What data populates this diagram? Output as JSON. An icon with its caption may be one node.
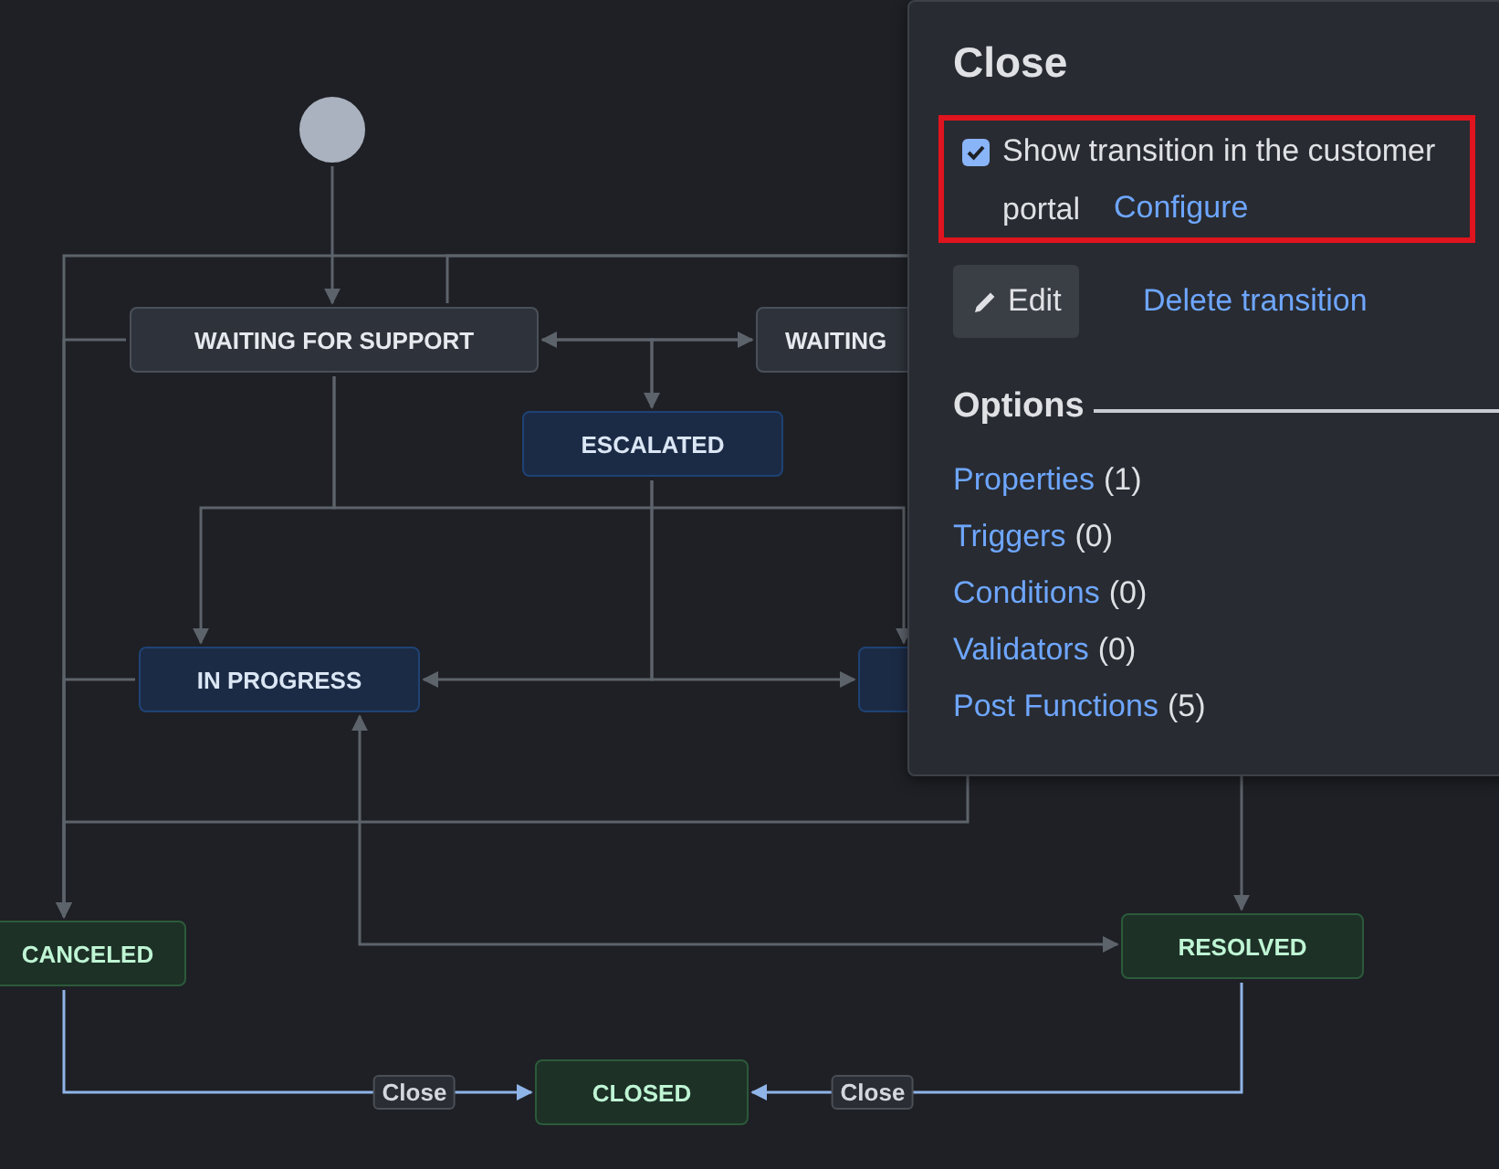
{
  "diagram": {
    "nodes": [
      {
        "text": [],
        "shape": "circle"
      },
      {
        "text": [
          "WAITING FOR SUPPORT"
        ]
      },
      {
        "text": [
          "WAITING"
        ]
      },
      {
        "text": [
          "ESCALATED"
        ]
      },
      {
        "text": [
          "IN PROGRESS"
        ]
      },
      {
        "text": [],
        "shape": "box"
      },
      {
        "text": [
          "CANCELED"
        ]
      },
      {
        "text": [
          "RESOLVED"
        ]
      },
      {
        "text": [
          "CLOSED"
        ]
      }
    ],
    "edges": [
      {
        "from": 0,
        "to": 1,
        "arrow": "to"
      },
      {
        "from": 1,
        "to": 2,
        "arrow": "both"
      },
      {
        "from": 1,
        "to": 3,
        "arrow": "to"
      },
      {
        "from": 2,
        "to": 3,
        "arrow": "to"
      },
      {
        "from": 1,
        "to": 6,
        "arrow": "to"
      },
      {
        "from": null,
        "to": 6,
        "arrow": "to"
      },
      {
        "from": 1,
        "to": null,
        "arrow": "none"
      },
      {
        "from": 1,
        "to": 4,
        "arrow": "to"
      },
      {
        "from": 1,
        "to": 5,
        "arrow": "to"
      },
      {
        "from": 3,
        "to": 4,
        "arrow": "to"
      },
      {
        "from": 3,
        "to": 5,
        "arrow": "to"
      },
      {
        "from": 4,
        "to": 6,
        "arrow": "to"
      },
      {
        "from": null,
        "to": 6,
        "arrow": "to"
      },
      {
        "from": 4,
        "to": 7,
        "arrow": "both"
      },
      {
        "from": null,
        "to": 7,
        "arrow": "to"
      },
      {
        "from": 6,
        "to": 8,
        "arrow": "to",
        "label": "Close",
        "color": "#8fb4e8"
      },
      {
        "from": 7,
        "to": 8,
        "arrow": "to",
        "label": "Close",
        "color": "#8fb4e8"
      }
    ],
    "labels": [
      "Close",
      "Show transition in the customer portal",
      "Configure",
      "Edit",
      "Delete transition",
      "Options",
      "Properties",
      "(1)",
      "Triggers",
      "(0)",
      "Conditions",
      "(0)",
      "Validators",
      "(0)",
      "Post Functions",
      "(5)"
    ]
  }
}
